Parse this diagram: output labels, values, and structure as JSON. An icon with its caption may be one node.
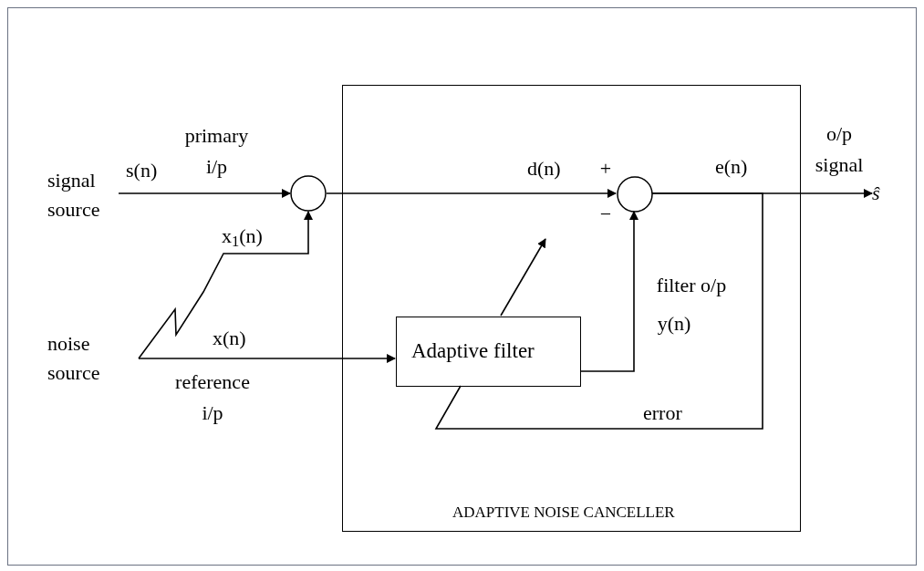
{
  "diagram": {
    "nodes": [
      {
        "text": [
          "ADAPTIVE NOISE CANCELLER"
        ]
      },
      {
        "text": [
          "signal source"
        ]
      },
      {
        "text": [],
        "shape": "circle"
      },
      {
        "text": [
          "noise source"
        ]
      },
      {
        "text": [
          "Adaptive filter"
        ],
        "in": 0
      },
      {
        "text": [],
        "shape": "circle",
        "in": 0
      },
      {
        "text": [
          "ŝ"
        ]
      }
    ],
    "edges": [
      {
        "from": 1,
        "to": 2,
        "arrow": "to",
        "label": "s(n)"
      },
      {
        "from": 3,
        "to": 2,
        "arrow": "to",
        "label": "x$_{1}$(n)"
      },
      {
        "from": 3,
        "to": 4,
        "arrow": "to",
        "label": "x(n)"
      },
      {
        "from": 2,
        "to": 5,
        "arrow": "to",
        "label": "d(n)"
      },
      {
        "from": 4,
        "to": 5,
        "arrow": "to"
      },
      {
        "from": 5,
        "to": 6,
        "arrow": "to",
        "label": "e(n)"
      },
      {
        "from": 5,
        "to": 4,
        "arrow": "none",
        "label": "error"
      }
    ],
    "labels": [
      "primary i/p",
      "+",
      "o/p signal",
      "−",
      "filter o/p",
      "y(n)",
      "reference i/p"
    ]
  }
}
